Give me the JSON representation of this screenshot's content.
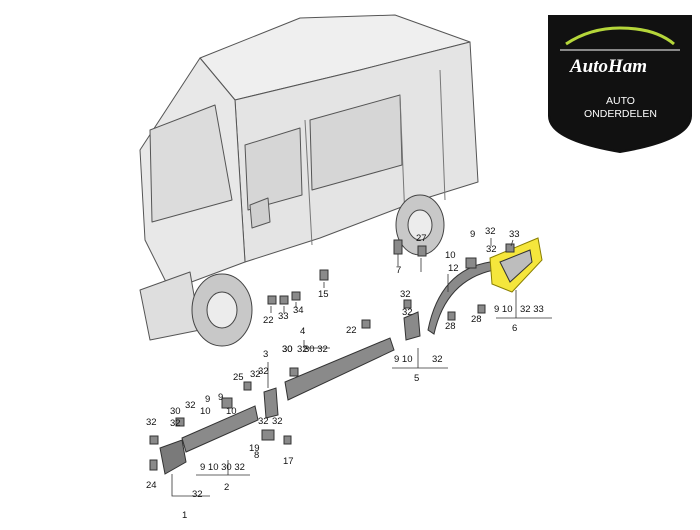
{
  "logo": {
    "brand_text": "AutoHam",
    "line1": "AUTO",
    "line2": "ONDERDELEN",
    "accent_color": "#b5d63a",
    "bg_color": "#111111"
  },
  "highlight_color": "#f5e63c",
  "callouts": [
    {
      "id": "c1",
      "text": "1"
    },
    {
      "id": "c2",
      "text": "2"
    },
    {
      "id": "c3",
      "text": "3"
    },
    {
      "id": "c4",
      "text": "4"
    },
    {
      "id": "c5",
      "text": "5"
    },
    {
      "id": "c6",
      "text": "6"
    },
    {
      "id": "c7",
      "text": "7"
    },
    {
      "id": "c8",
      "text": "8"
    },
    {
      "id": "c9a",
      "text": "9"
    },
    {
      "id": "c9b",
      "text": "9"
    },
    {
      "id": "c10a",
      "text": "10"
    },
    {
      "id": "c10b",
      "text": "10"
    },
    {
      "id": "c12",
      "text": "12"
    },
    {
      "id": "c15",
      "text": "15"
    },
    {
      "id": "c17",
      "text": "17"
    },
    {
      "id": "c19",
      "text": "19"
    },
    {
      "id": "c22a",
      "text": "22"
    },
    {
      "id": "c22b",
      "text": "22"
    },
    {
      "id": "c24",
      "text": "24"
    },
    {
      "id": "c25",
      "text": "25"
    },
    {
      "id": "c27",
      "text": "27"
    },
    {
      "id": "c28a",
      "text": "28"
    },
    {
      "id": "c28b",
      "text": "28"
    },
    {
      "id": "c30a",
      "text": "30"
    },
    {
      "id": "c30b",
      "text": "30"
    },
    {
      "id": "c32a",
      "text": "32"
    },
    {
      "id": "c32b",
      "text": "32"
    },
    {
      "id": "c32c",
      "text": "32"
    },
    {
      "id": "c32d",
      "text": "32"
    },
    {
      "id": "c32e",
      "text": "32"
    },
    {
      "id": "c32f",
      "text": "32"
    },
    {
      "id": "c32g",
      "text": "32"
    },
    {
      "id": "c32h",
      "text": "32"
    },
    {
      "id": "c32i",
      "text": "32"
    },
    {
      "id": "c33a",
      "text": "33"
    },
    {
      "id": "c33b",
      "text": "33"
    },
    {
      "id": "c34",
      "text": "34"
    },
    {
      "id": "s2",
      "text": "9 10  30 32"
    },
    {
      "id": "s3",
      "text": "32"
    },
    {
      "id": "s4",
      "text": "30 32"
    },
    {
      "id": "s5",
      "text": "9 10"
    },
    {
      "id": "s6",
      "text": "32"
    },
    {
      "id": "s7",
      "text": "9 10"
    },
    {
      "id": "s8",
      "text": "32 33"
    },
    {
      "id": "s9",
      "text": "32"
    },
    {
      "id": "s10",
      "text": "9"
    },
    {
      "id": "s11",
      "text": "10"
    },
    {
      "id": "s12",
      "text": "30"
    },
    {
      "id": "s13",
      "text": "32"
    },
    {
      "id": "s14",
      "text": "32"
    }
  ]
}
